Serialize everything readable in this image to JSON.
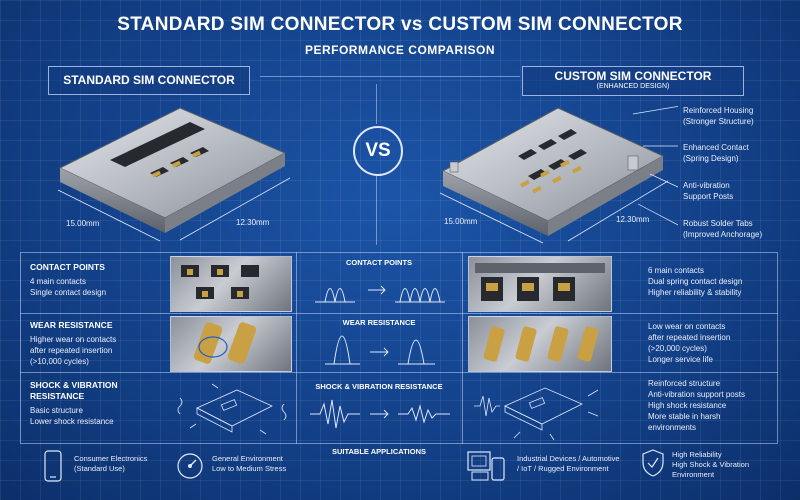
{
  "header": {
    "title": "STANDARD SIM CONNECTOR vs CUSTOM SIM CONNECTOR",
    "subtitle": "PERFORMANCE COMPARISON"
  },
  "standard": {
    "label": "STANDARD SIM CONNECTOR",
    "dim_length": "15.00mm",
    "dim_width": "12.30mm"
  },
  "custom": {
    "label": "CUSTOM SIM CONNECTOR",
    "sublabel": "(ENHANCED DESIGN)",
    "dim_length": "15.00mm",
    "dim_width": "12.30mm",
    "features": [
      {
        "line1": "Reinforced Housing",
        "line2": "(Stronger Structure)"
      },
      {
        "line1": "Enhanced Contact",
        "line2": "(Spring Design)"
      },
      {
        "line1": "Anti-vibration",
        "line2": "Support Posts"
      },
      {
        "line1": "Robust Solder Tabs",
        "line2": "(Improved Anchorage)"
      }
    ]
  },
  "vs_label": "VS",
  "rows": [
    {
      "title": "CONTACT POINTS",
      "standard_lines": [
        "4 main contacts",
        "Single contact design"
      ],
      "middle_title": "CONTACT POINTS",
      "custom_lines": [
        "6 main contacts",
        "Dual spring contact design",
        "Higher reliability & stability"
      ]
    },
    {
      "title": "WEAR RESISTANCE",
      "standard_lines": [
        "Higher wear on contacts",
        "after repeated insertion",
        "(>10,000 cycles)"
      ],
      "middle_title": "WEAR RESISTANCE",
      "custom_lines": [
        "Low wear on contacts",
        "after repeated insertion",
        "(>20,000 cycles)",
        "Longer service life"
      ]
    },
    {
      "title": "SHOCK & VIBRATION",
      "title2": "RESISTANCE",
      "standard_lines": [
        "Basic structure",
        "Lower shock resistance"
      ],
      "middle_title": "SHOCK & VIBRATION RESISTANCE",
      "custom_lines": [
        "Reinforced structure",
        "Anti-vibration support posts",
        "High shock resistance",
        "More stable in harsh",
        "environments"
      ]
    }
  ],
  "applications": {
    "title": "SUITABLE APPLICATIONS",
    "items": [
      {
        "icon": "smartphone-icon",
        "line1": "Consumer Electronics",
        "line2": "(Standard Use)"
      },
      {
        "icon": "gauge-icon",
        "line1": "General Environment",
        "line2": "Low to Medium Stress"
      },
      {
        "icon": "devices-icon",
        "line1": "Industrial Devices / Automotive",
        "line2": "/ IoT / Rugged Environment"
      },
      {
        "icon": "shield-icon",
        "line1": "High Reliability",
        "line2": "High Shock & Vibration",
        "line3": "Environment"
      }
    ]
  },
  "colors": {
    "background": "#123f86",
    "gold": "#c9a044",
    "line": "#dfe8ff"
  }
}
